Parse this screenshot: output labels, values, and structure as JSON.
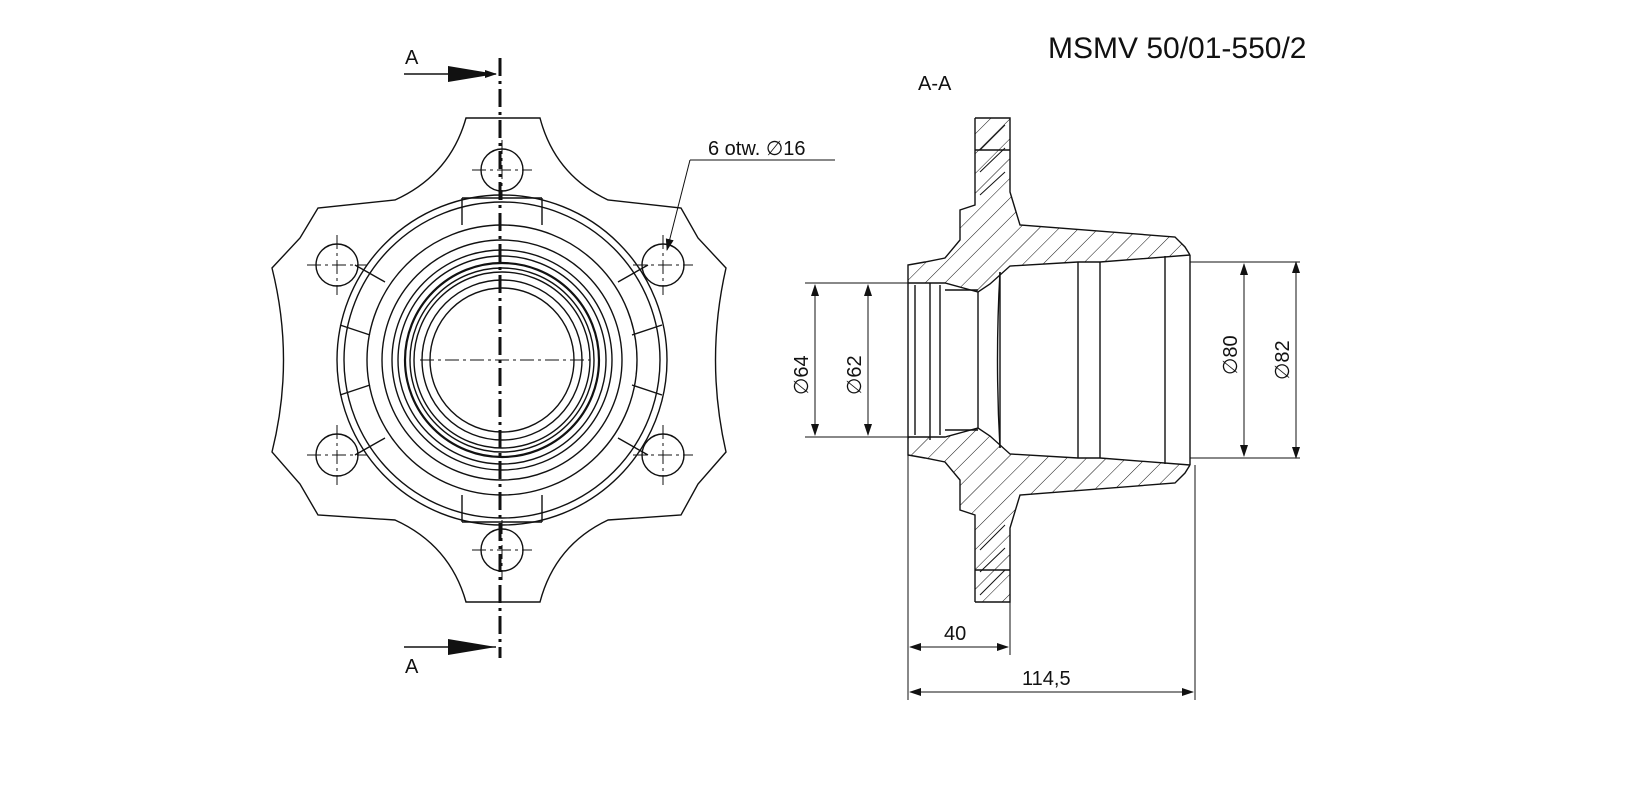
{
  "drawing": {
    "part_number": "MSMV 50/01-550/2",
    "section_view_label": "A-A",
    "section_marker_top": "A",
    "section_marker_bottom": "A",
    "holes_note": "6 otw. ∅16",
    "dim_d64": "∅64",
    "dim_d62": "∅62",
    "dim_d80": "∅80",
    "dim_d82": "∅82",
    "dim_40": "40",
    "dim_114_5": "114,5"
  }
}
